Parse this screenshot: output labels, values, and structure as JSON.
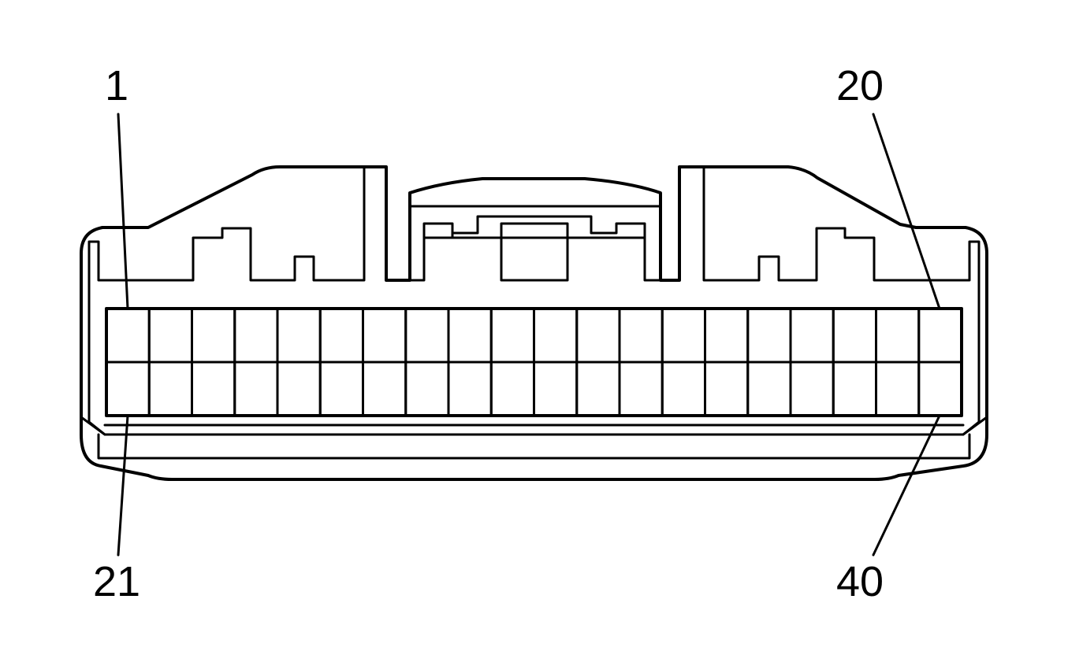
{
  "connector": {
    "pins_per_row": 20,
    "rows": 2,
    "labels": {
      "pin_first_top": "1",
      "pin_last_top": "20",
      "pin_first_bottom": "21",
      "pin_last_bottom": "40"
    }
  }
}
